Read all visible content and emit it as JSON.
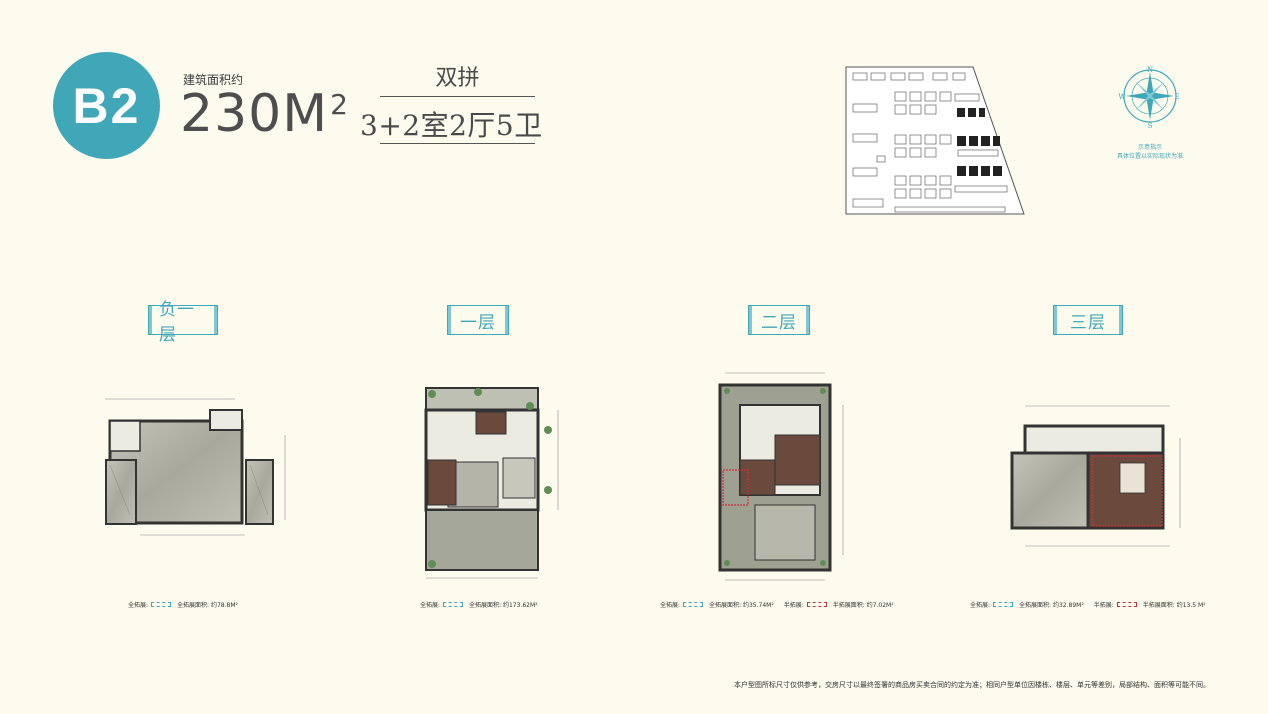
{
  "header": {
    "badge": "B2",
    "area_label": "建筑面积约",
    "area_value": "230M",
    "area_sup": "2",
    "type_name": "双拼",
    "rooms": "3+2室2厅5卫"
  },
  "compass": {
    "n": "N",
    "s": "S",
    "e": "E",
    "w": "W",
    "note_line1": "示意指示",
    "note_line2": "具体位置以实际现状为准"
  },
  "floors": [
    {
      "title": "负一层",
      "legend": [
        {
          "label": "全拓展:",
          "swatch": "teal"
        },
        {
          "label": "全拓展面积: 约78.8M²"
        }
      ]
    },
    {
      "title": "一层",
      "legend": [
        {
          "label": "全拓展:",
          "swatch": "teal"
        },
        {
          "label": "全拓展面积: 约173.62M²"
        }
      ]
    },
    {
      "title": "二层",
      "legend": [
        {
          "label": "全拓展:",
          "swatch": "teal"
        },
        {
          "label": "全拓展面积: 约35.74M²"
        },
        {
          "label": "半拓展:",
          "swatch": "red"
        },
        {
          "label": "半拓展面积: 约7.02M²"
        }
      ]
    },
    {
      "title": "三层",
      "legend": [
        {
          "label": "全拓展:",
          "swatch": "teal"
        },
        {
          "label": "全拓展面积: 约32.89M²"
        },
        {
          "label": "半拓展:",
          "swatch": "red"
        },
        {
          "label": "半拓展面积: 约13.5 M²"
        }
      ]
    }
  ],
  "footnote": "本户型图所标尺寸仅供参考，交房尺寸以最终签署的商品房买卖合同的约定为准；相同户型单位因楼栋、楼层、单元等差别，局部结构、面积等可能不同。",
  "colors": {
    "accent": "#3fa7b8",
    "background": "#fdfbee",
    "marble": "#b9b8ac",
    "wood": "#6b4a3e",
    "half_extension": "#c8323a"
  }
}
